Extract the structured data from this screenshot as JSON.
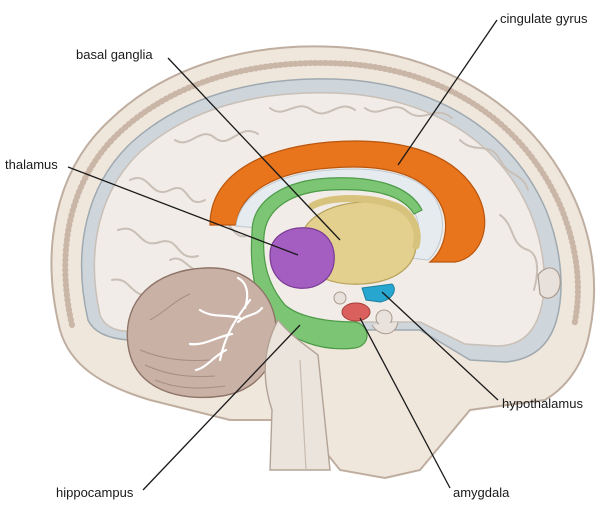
{
  "labels": {
    "basal_ganglia": "basal ganglia",
    "cingulate_gyrus": "cingulate gyrus",
    "thalamus": "thalamus",
    "hypothalamus": "hypothalamus",
    "hippocampus": "hippocampus",
    "amygdala": "amygdala"
  },
  "colors": {
    "skull": "#efe6dc",
    "skull_speckle": "#c9b6a6",
    "meninges": "#cfd6db",
    "cortex": "#f1ece7",
    "cortex_outline": "#c9bfb6",
    "cingulate_gyrus": "#e8741c",
    "hippocampus_fornix": "#7cc574",
    "basal_ganglia": "#e3d08e",
    "thalamus": "#a45dc1",
    "hypothalamus": "#27a7cf",
    "amygdala": "#d9605c",
    "cerebellum": "#c9b1a6",
    "brainstem": "#ebe4dd",
    "leader_line": "#1a1a1a"
  }
}
